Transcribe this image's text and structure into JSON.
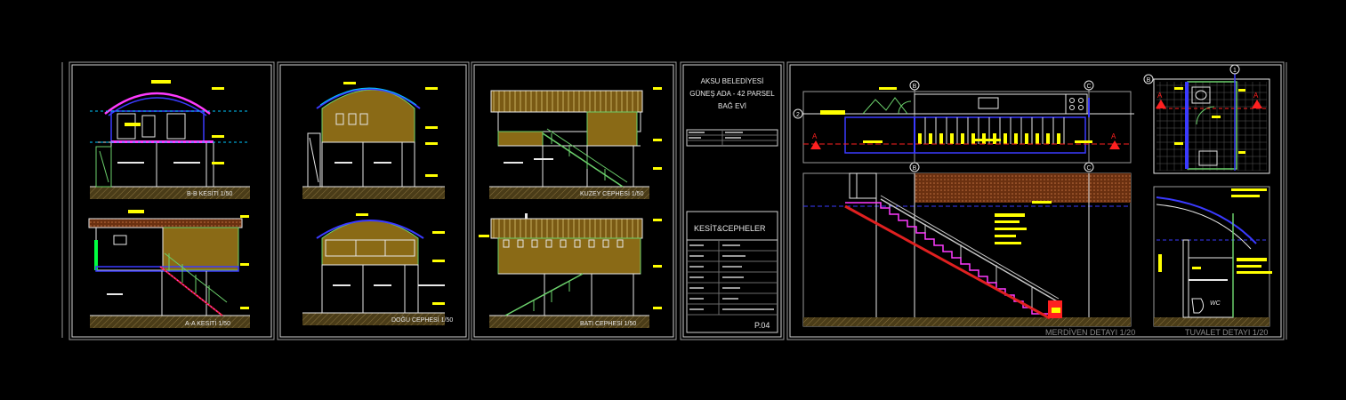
{
  "title_block": {
    "heading_lines": [
      "AKSU BELEDİYESİ",
      "GÜNEŞ ADA - 42 PARSEL",
      "BAĞ EVİ"
    ],
    "sheet_title": "KESİT&CEPHELER",
    "sheet_number": "P.04"
  },
  "sheet_labels": {
    "merdiven_detail": "MERDİVEN DETAYI  1/20",
    "tuvalet_detail": "TUVALET DETAYI  1/20",
    "wc": "WC"
  },
  "markers": {
    "section_a": "A",
    "grid_b": "B",
    "grid_c": "C",
    "grid_1": "1",
    "grid_2": "2"
  },
  "colors": {
    "background": "#000000",
    "frame": "#9a9a9a",
    "outline": "#e8e8e8",
    "wall_fill": "#8a6a16",
    "wall_line": "#6bd06b",
    "roof_blue": "#3a3aff",
    "roof_magenta": "#ff3aff",
    "dim_cyan": "#00c8ff",
    "accent_yellow": "#ffff00",
    "stair_red": "#e02020",
    "section_red": "#ff2020",
    "hatch": "#b89a50",
    "ground": "#6a5a30"
  }
}
